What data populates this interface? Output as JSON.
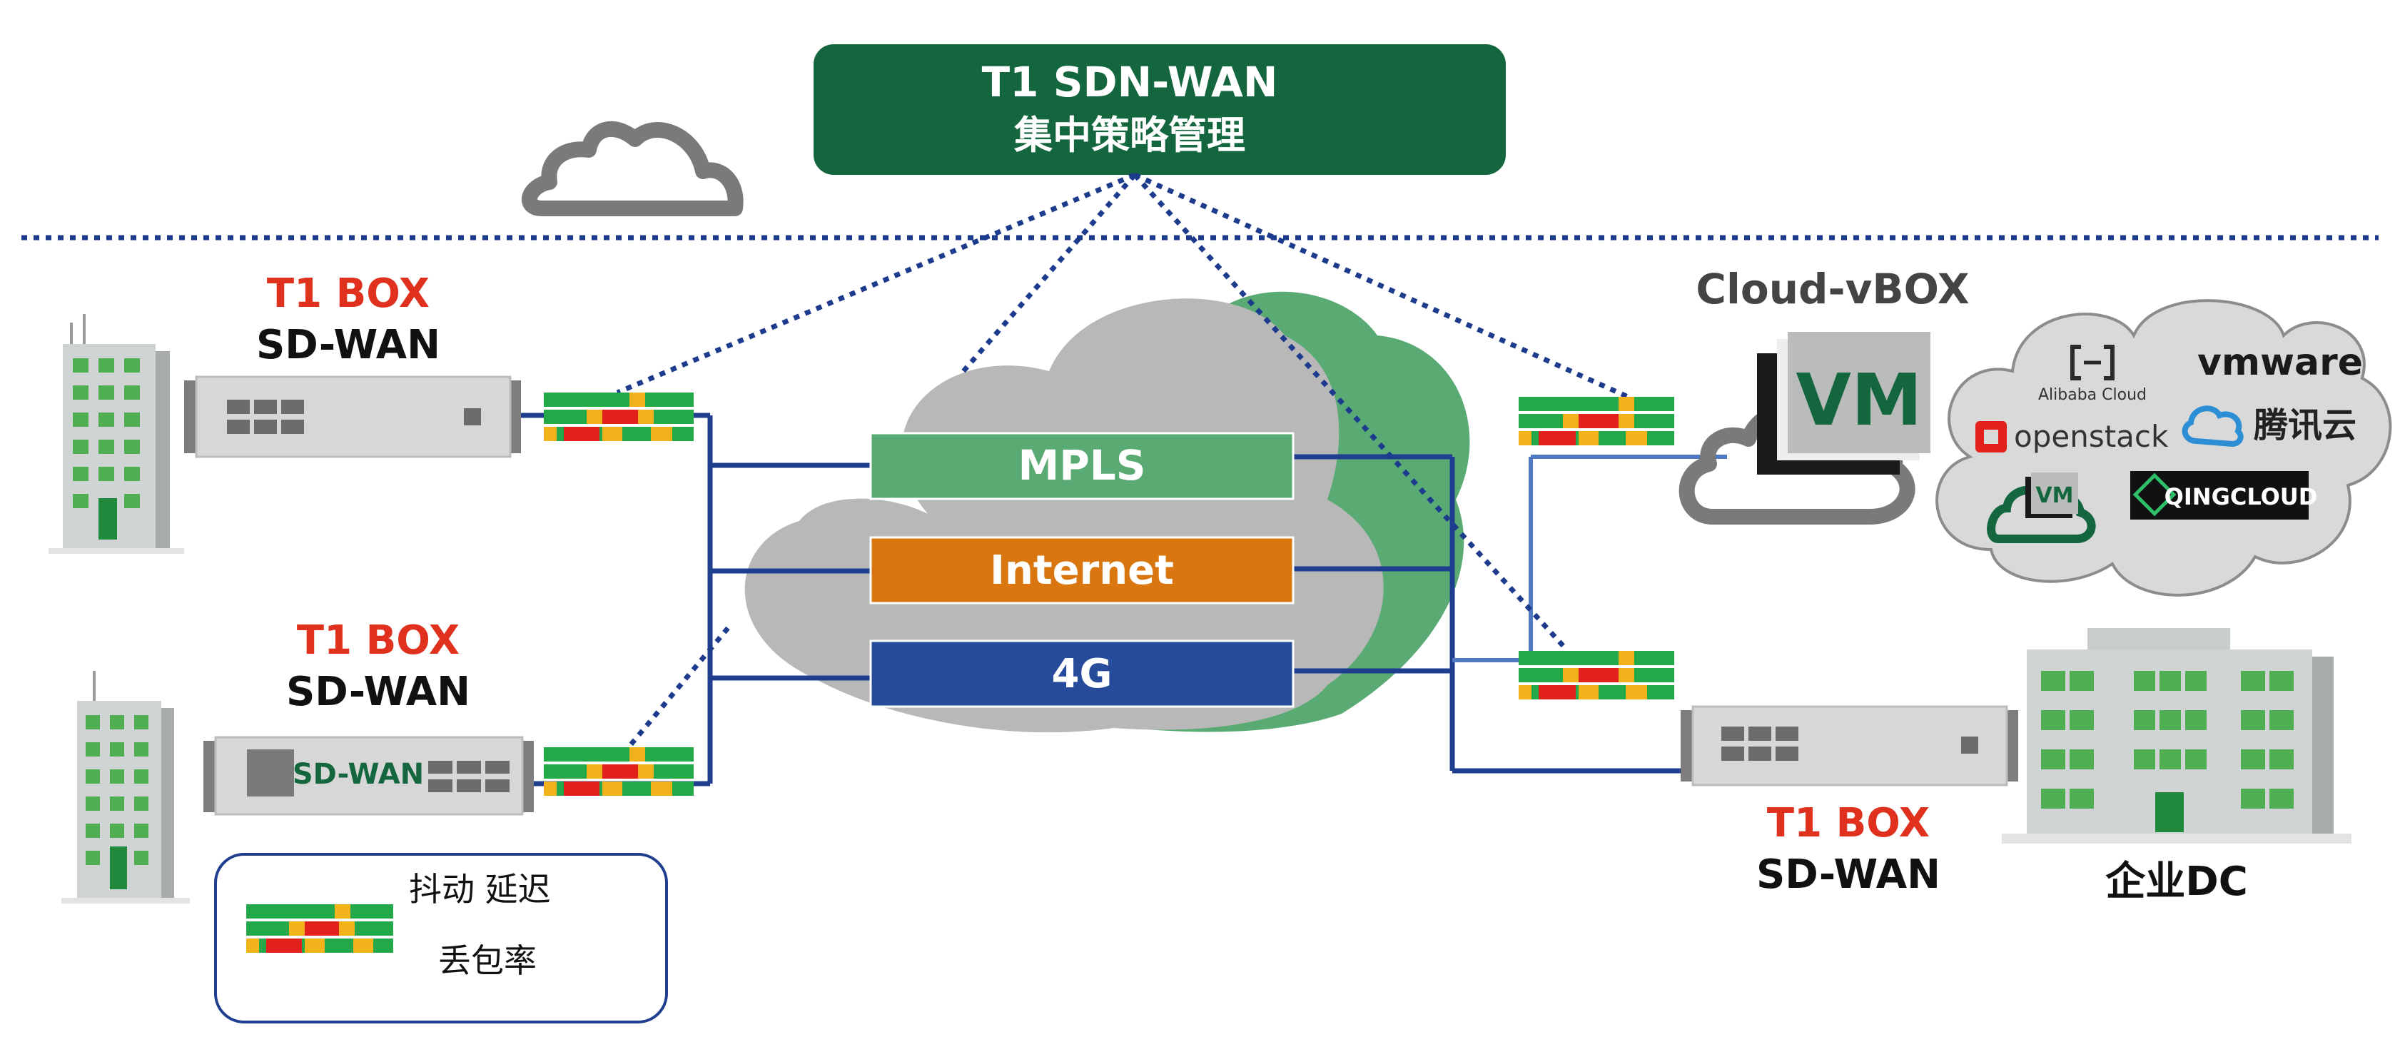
{
  "controller": {
    "title": "T1 SDN-WAN",
    "subtitle": "集中策略管理"
  },
  "cloud_vbox": {
    "label": "Cloud-vBOX",
    "vm_label": "VM"
  },
  "transports": [
    {
      "label": "MPLS",
      "color": "#5aaa73"
    },
    {
      "label": "Internet",
      "color": "#d9760f"
    },
    {
      "label": "4G",
      "color": "#264b9b"
    }
  ],
  "branch1": {
    "brand": "T1 BOX",
    "product": "SD-WAN"
  },
  "branch2": {
    "brand": "T1 BOX",
    "product": "SD-WAN",
    "device_label": "SD-WAN"
  },
  "dc": {
    "brand": "T1 BOX",
    "product": "SD-WAN",
    "site_label": "企业DC"
  },
  "cloud_providers": {
    "alibaba": "Alibaba Cloud",
    "vmware": "vmware",
    "openstack": "openstack",
    "tencent": "腾讯云",
    "vm": "VM",
    "qingcloud": "QINGCLOUD"
  },
  "legend": {
    "line1": "抖动 延迟",
    "line2": "丢包率"
  },
  "colors": {
    "controller_fill": "#14663f",
    "brand_red": "#e0301e",
    "link_blue": "#1f3e8f",
    "dotted_blue": "#1d3b8c",
    "meter_green": "#23a84a",
    "meter_yellow": "#f2b21b",
    "meter_red": "#e2211c"
  }
}
